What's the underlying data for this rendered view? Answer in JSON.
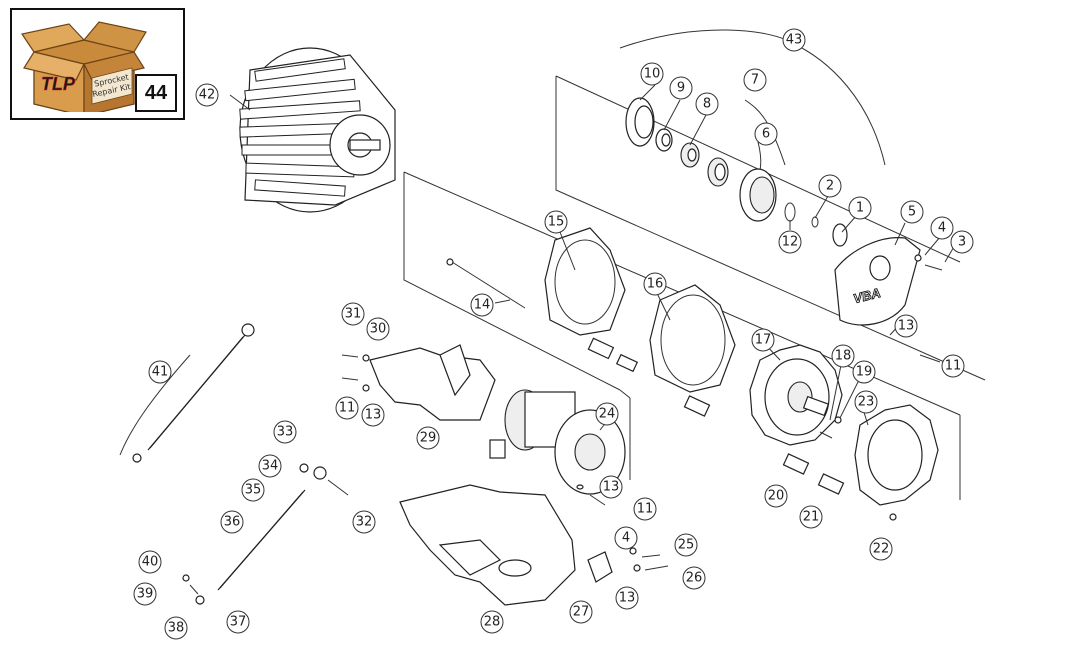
{
  "kit": {
    "logo_text": "TLP",
    "box_label_line1": "Sprocket",
    "box_label_line2": "Repair Kit",
    "number": "44"
  },
  "callouts": [
    "1",
    "2",
    "3",
    "4",
    "5",
    "6",
    "7",
    "8",
    "9",
    "10",
    "11",
    "12",
    "13",
    "14",
    "15",
    "16",
    "17",
    "18",
    "19",
    "20",
    "21",
    "22",
    "23",
    "24",
    "25",
    "26",
    "27",
    "28",
    "29",
    "30",
    "31",
    "32",
    "33",
    "34",
    "35",
    "36",
    "37",
    "38",
    "39",
    "40",
    "41",
    "42",
    "43"
  ],
  "cover_logo": "VBA"
}
